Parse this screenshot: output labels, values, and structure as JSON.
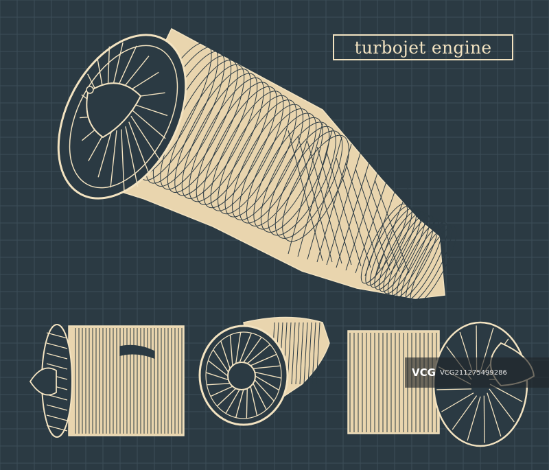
{
  "title": "turbojet engine",
  "watermark": {
    "logo": "VCG",
    "id": "VCG211275499286"
  },
  "colors": {
    "background": "#2b3a43",
    "grid": "#3d4e58",
    "ink": "#f3e3c1",
    "shade": "#e9d5ae"
  },
  "views": [
    "main-isometric",
    "side",
    "front",
    "front-oblique"
  ]
}
